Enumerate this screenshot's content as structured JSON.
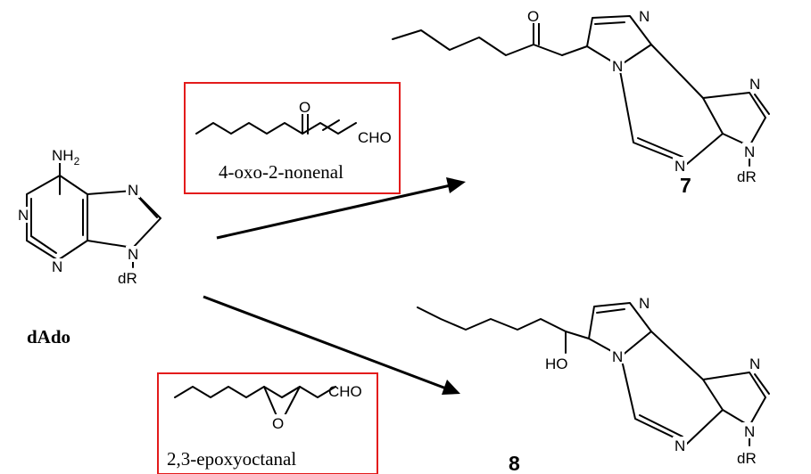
{
  "colors": {
    "reagent_box": "#e31b1b",
    "ink": "#000000"
  },
  "start": {
    "label": "dAdo",
    "atoms": {
      "amino": "NH",
      "amino_sub": "2",
      "n1": "N",
      "n3": "N",
      "n7": "N",
      "n9": "N",
      "sugar": "dR"
    }
  },
  "reagent_top": {
    "name": "4-oxo-2-nonenal",
    "atoms": {
      "oxo": "O",
      "aldehyde": "CHO"
    }
  },
  "reagent_bottom": {
    "name": "2,3-epoxyoctanal",
    "atoms": {
      "epoxide": "O",
      "aldehyde": "CHO"
    }
  },
  "product_top": {
    "label": "7",
    "atoms": {
      "ketone": "O",
      "n_imid": "N",
      "n_bridge": "N",
      "n_pyr": "N",
      "n_5a": "N",
      "n_5b": "N",
      "sugar": "dR"
    }
  },
  "product_bottom": {
    "label": "8",
    "atoms": {
      "hydroxyl": "HO",
      "n_imid": "N",
      "n_bridge": "N",
      "n_pyr": "N",
      "n_5a": "N",
      "n_5b": "N",
      "sugar": "dR"
    }
  }
}
